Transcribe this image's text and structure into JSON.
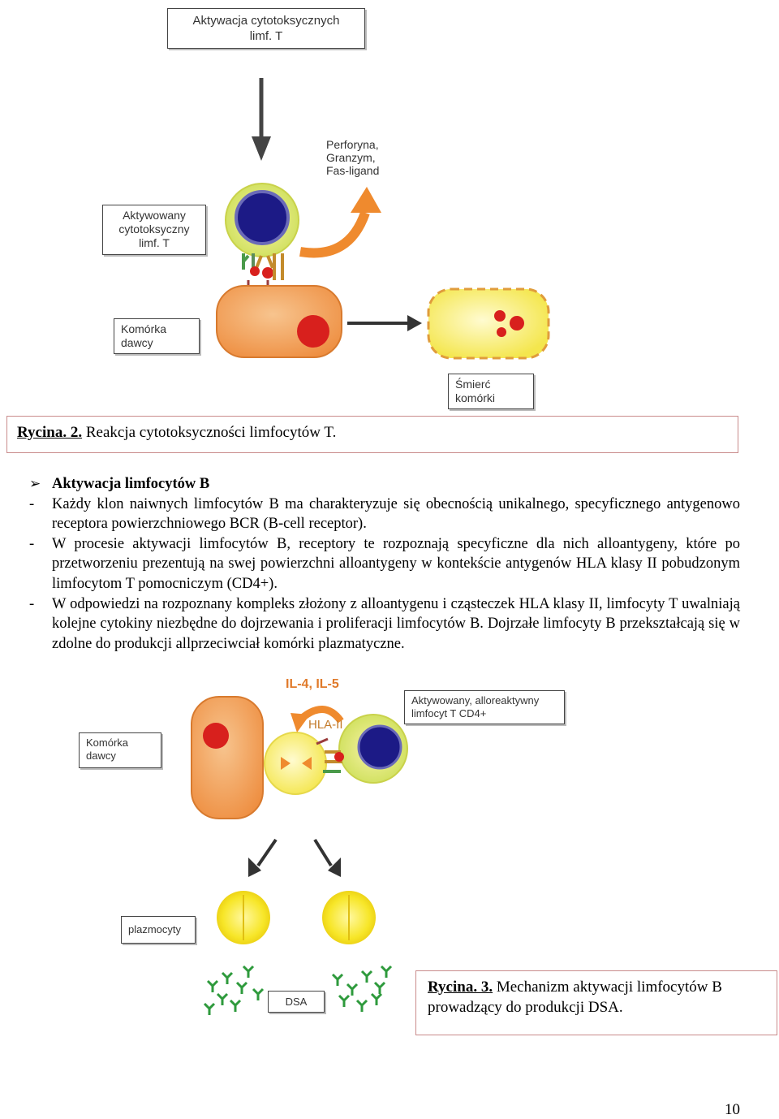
{
  "figure2": {
    "title_box": [
      "Aktywacja cytotoksycznych",
      "limf. T"
    ],
    "molecules": [
      "Perforyna,",
      "Granzym,",
      "Fas-ligand"
    ],
    "activated_label": [
      "Aktywowany",
      "cytotoksyczny",
      "limf. T"
    ],
    "donor_label": [
      "Komórka",
      "dawcy"
    ],
    "death_label": [
      "Śmierć",
      "komórki"
    ],
    "caption_num": "Rycina. 2.",
    "caption_text": " Reakcja cytotoksyczności limfocytów T."
  },
  "section": {
    "heading_marker": "➢",
    "heading": "Aktywacja limfocytów B",
    "items": [
      "Każdy klon naiwnych limfocytów B ma charakteryzuje się obecnością unikalnego, specyficznego antygenowo receptora powierzchniowego BCR (B-cell receptor).",
      "W procesie aktywacji limfocytów B, receptory te rozpoznają specyficzne dla nich alloantygeny, które po przetworzeniu prezentują na swej powierzchni alloantygeny w kontekście antygenów HLA klasy II pobudzonym limfocytom T pomocniczym (CD4+).",
      "W odpowiedzi na rozpoznany kompleks złożony z alloantygenu i cząsteczek HLA klasy II, limfocyty T uwalniają kolejne cytokiny niezbędne do dojrzewania i proliferacji limfocytów B. Dojrzałe limfocyty B przekształcają się w zdolne do produkcji allprzeciwciał komórki plazmatyczne."
    ],
    "dash": "-"
  },
  "figure3": {
    "cytokines": "IL-4, IL-5",
    "hla": "HLA-II",
    "tcell_label": [
      "Aktywowany, alloreaktywny",
      "limfocyt T CD4+"
    ],
    "donor_label": [
      "Komórka",
      "dawcy"
    ],
    "plasma_label": "plazmocyty",
    "dsa_label": "DSA",
    "caption_num": "Rycina. 3.",
    "caption_text": " Mechanizm aktywacji limfocytów B prowadzący do produkcji DSA."
  },
  "page_number": "10",
  "colors": {
    "orange_cell": "#f0a15c",
    "yellow_cell": "#f6e74a",
    "nucleus_blue": "#1c1a86",
    "red": "#d8201d",
    "green_ab": "#2e9a3c",
    "caption_border": "#c98b8b"
  }
}
